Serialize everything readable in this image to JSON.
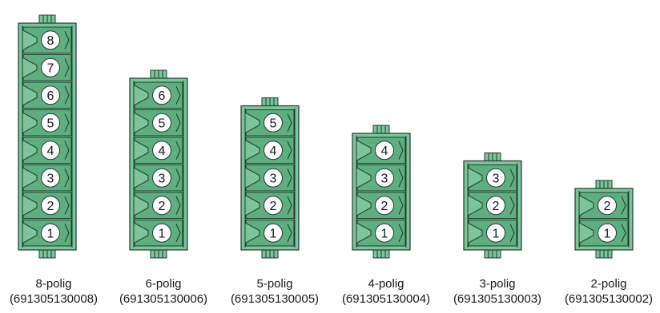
{
  "colors": {
    "body": "#7cc49a",
    "cell": "#5fae80",
    "outline": "#1f3b2c",
    "pin_circle": "#ffffff",
    "text": "#1a1a1a"
  },
  "connectors": [
    {
      "pins": 8,
      "name": "8-polig",
      "part": "(691305130008)",
      "pin_labels": [
        "8",
        "7",
        "6",
        "5",
        "4",
        "3",
        "2",
        "1"
      ]
    },
    {
      "pins": 6,
      "name": "6-polig",
      "part": "(691305130006)",
      "pin_labels": [
        "6",
        "5",
        "4",
        "3",
        "2",
        "1"
      ]
    },
    {
      "pins": 5,
      "name": "5-polig",
      "part": "(691305130005)",
      "pin_labels": [
        "5",
        "4",
        "3",
        "2",
        "1"
      ]
    },
    {
      "pins": 4,
      "name": "4-polig",
      "part": "(691305130004)",
      "pin_labels": [
        "4",
        "3",
        "2",
        "1"
      ]
    },
    {
      "pins": 3,
      "name": "3-polig",
      "part": "(691305130003)",
      "pin_labels": [
        "3",
        "2",
        "1"
      ]
    },
    {
      "pins": 2,
      "name": "2-polig",
      "part": "(691305130002)",
      "pin_labels": [
        "2",
        "1"
      ]
    }
  ]
}
